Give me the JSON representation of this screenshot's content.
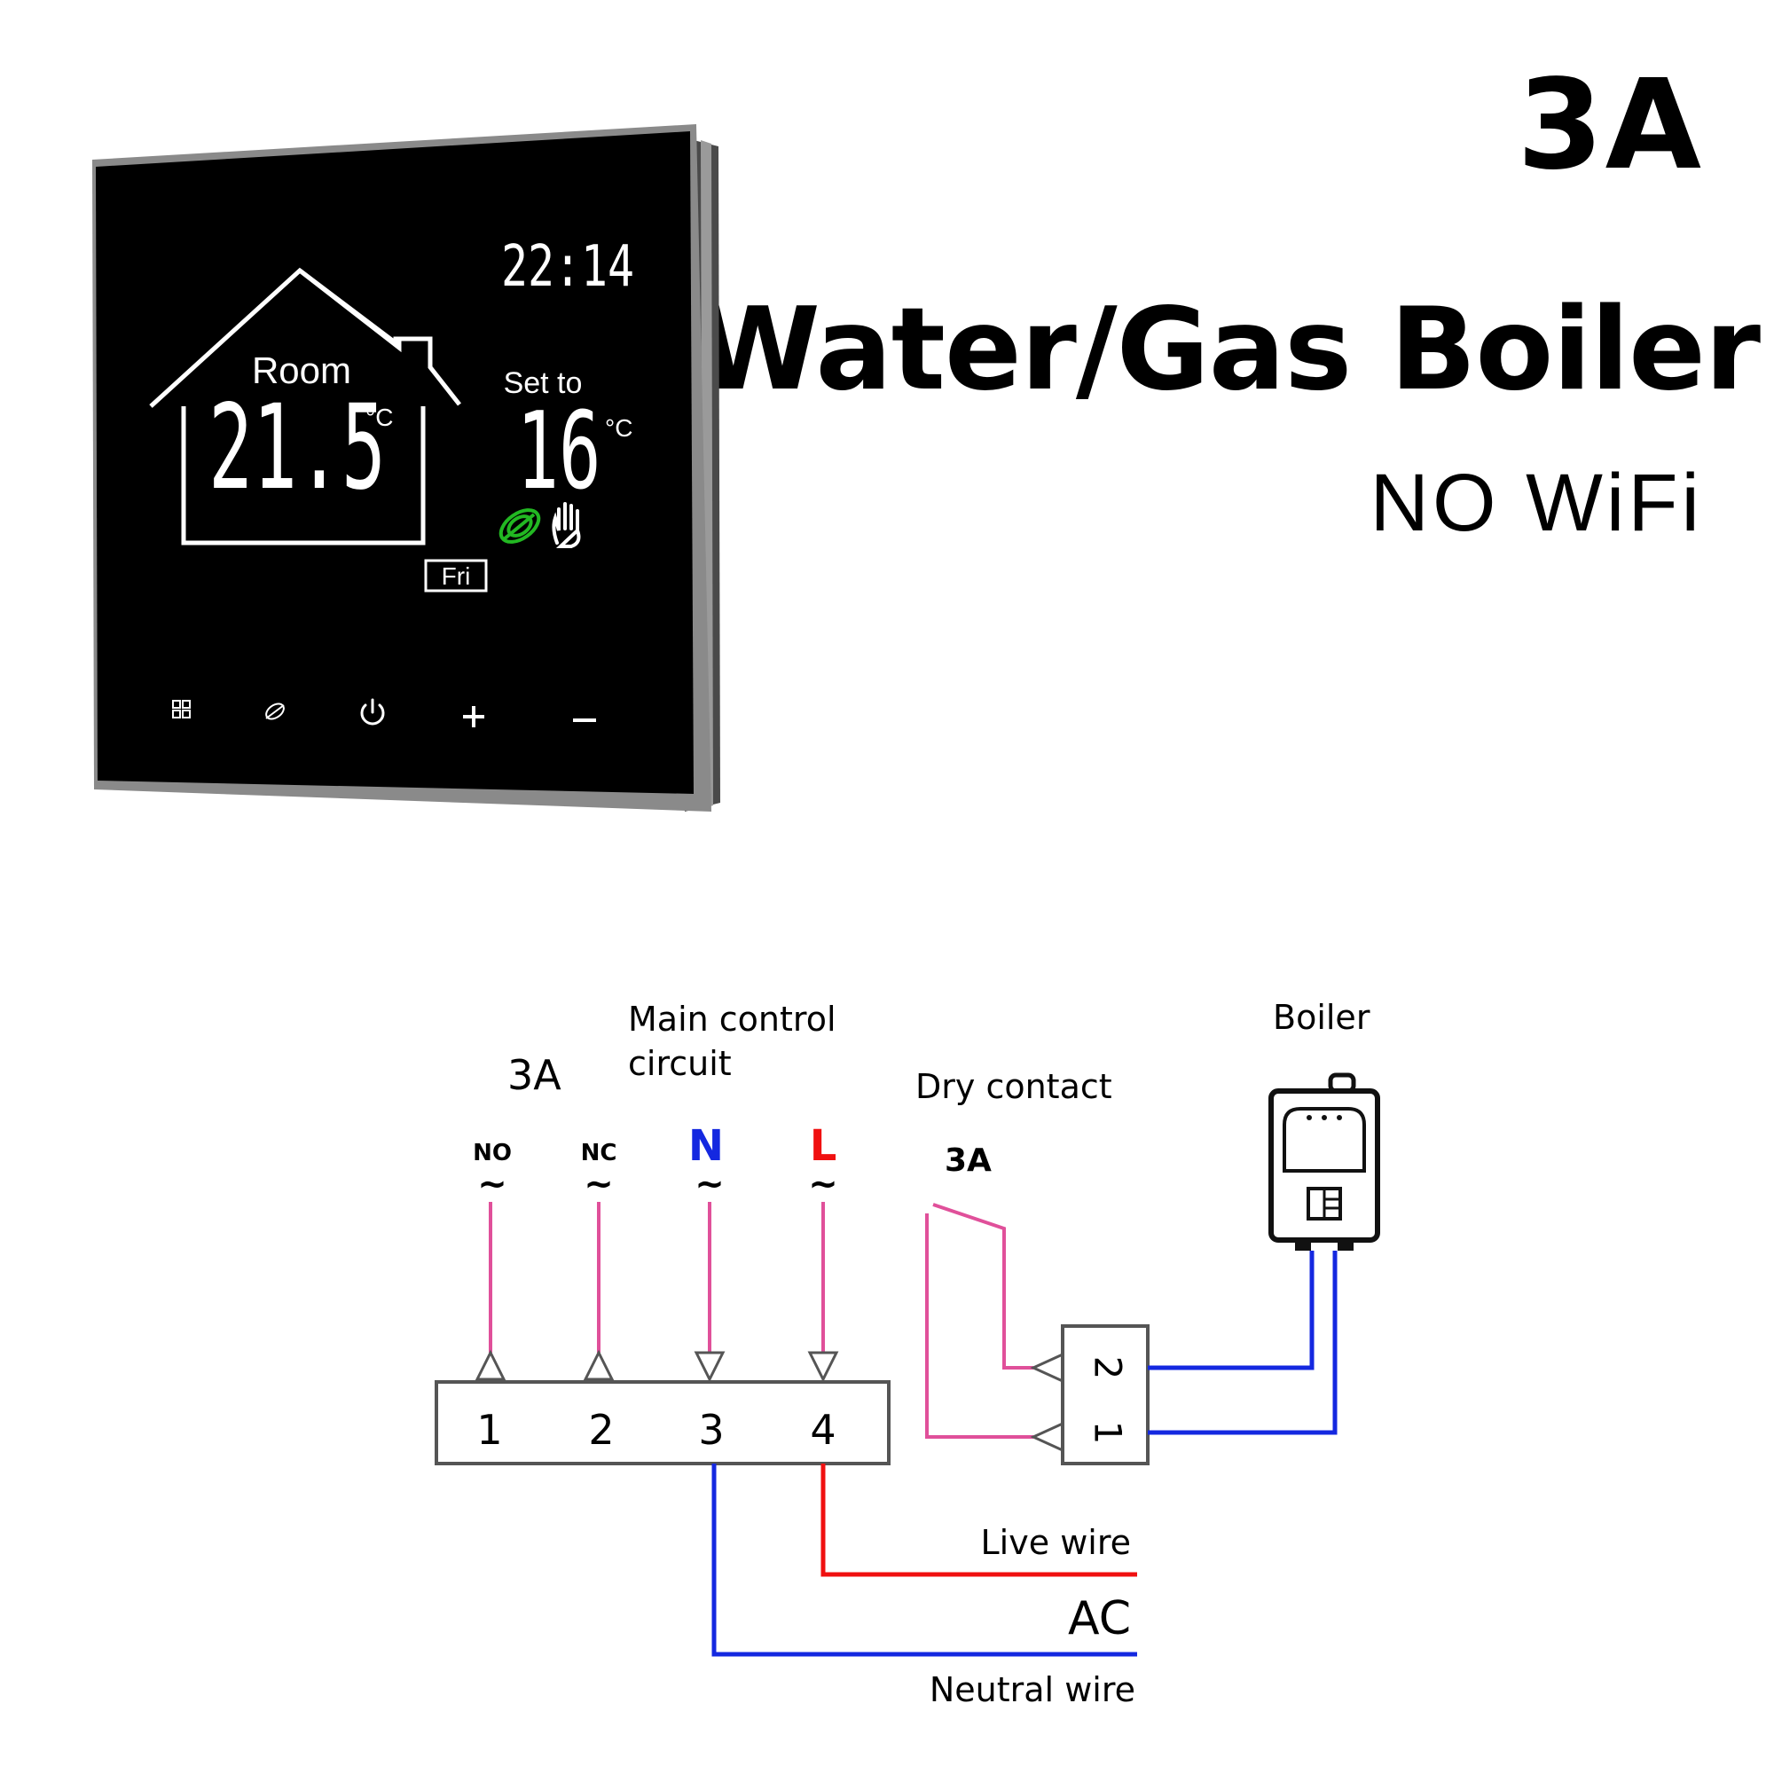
{
  "header": {
    "rating": "3A",
    "product_type": "Water/Gas Boiler",
    "wifi": "NO WiFi"
  },
  "thermostat": {
    "clock": "22:14",
    "room_label": "Room",
    "room_temp": "21.5",
    "unit": "°C",
    "set_label": "Set to",
    "set_temp": "16",
    "day": "Fri",
    "icons": [
      "eco-leaf-icon",
      "manual-hand-icon"
    ],
    "buttons": [
      "menu-grid-icon",
      "eco-icon",
      "power-icon",
      "plus-icon",
      "minus-icon"
    ],
    "colors": {
      "panel": "#000000",
      "frame": "#8a8a8a",
      "display": "#ffffff",
      "eco": "#22b822"
    }
  },
  "wiring": {
    "rating_label": "3A",
    "main_circuit": [
      "Main control",
      "circuit"
    ],
    "dry_contact": "Dry contact",
    "dry_rating": "3A",
    "boiler_label": "Boiler",
    "terminals": [
      {
        "top": "NO",
        "wave": "~",
        "number": "1"
      },
      {
        "top": "NC",
        "wave": "~",
        "number": "2"
      },
      {
        "top": "N",
        "wave": "~",
        "number": "3"
      },
      {
        "top": "L",
        "wave": "~",
        "number": "4"
      }
    ],
    "boiler_terminals": [
      "2",
      "1"
    ],
    "live_wire": "Live wire",
    "ac": "AC",
    "neutral_wire": "Neutral wire",
    "colors": {
      "control": "#e0509a",
      "neutral": "#1428e0",
      "live": "#f01010"
    }
  }
}
